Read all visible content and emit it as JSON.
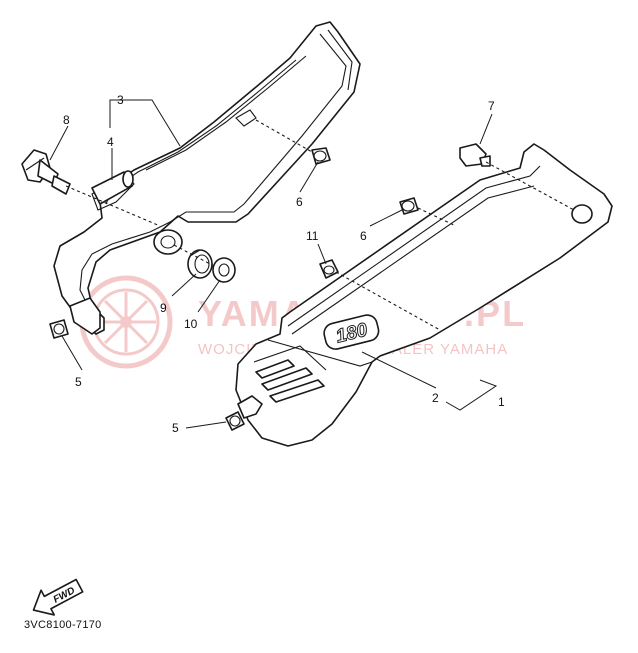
{
  "diagram": {
    "part_code": "3VC8100-7170",
    "emblem_text": "180",
    "fwd_label": "FWD",
    "watermark": {
      "title": "YAMAHAKLEP.PL",
      "subtitle": "WOJCIECH LEWICZ | DEALER YAMAHA"
    },
    "callouts": {
      "c1": "1",
      "c2": "2",
      "c3": "3",
      "c4": "4",
      "c5a": "5",
      "c5b": "5",
      "c6a": "6",
      "c6b": "6",
      "c7": "7",
      "c8": "8",
      "c9": "9",
      "c10": "10",
      "c11": "11"
    },
    "colors": {
      "line": "#1a1a1a",
      "watermark": "#e88a8a"
    }
  }
}
